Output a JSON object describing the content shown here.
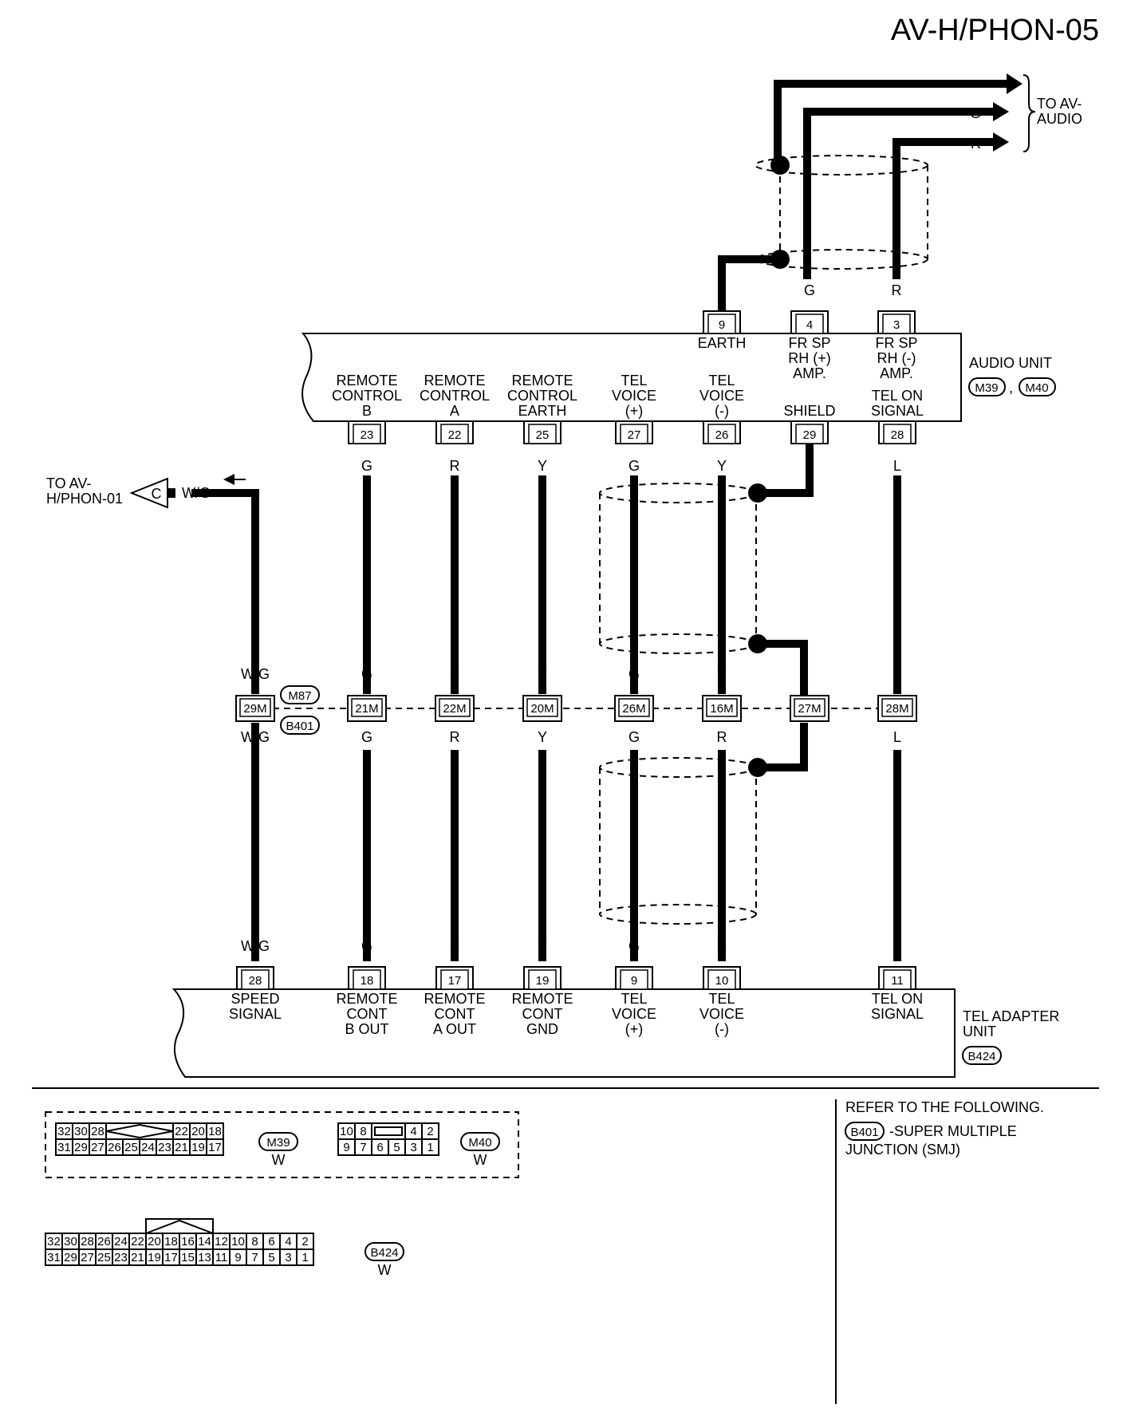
{
  "page_title": "AV-H/PHON-05",
  "to_av_audio": "TO AV-\nAUDIO",
  "to_av_phon01": "TO AV-\nH/PHON-01",
  "connector_c": "C",
  "audio_unit": {
    "label": "AUDIO UNIT",
    "connectors": [
      "M39",
      "M40"
    ],
    "top_pins": [
      {
        "pin": "9",
        "name": "EARTH",
        "color": ""
      },
      {
        "pin": "4",
        "name": "FR SP\nRH (+)\nAMP.",
        "color": "G"
      },
      {
        "pin": "3",
        "name": "FR SP\nRH (-)\nAMP.",
        "color": "R"
      }
    ],
    "bottom_pins": [
      {
        "pin": "23",
        "name": "REMOTE\nCONTROL\nB",
        "color": "G"
      },
      {
        "pin": "22",
        "name": "REMOTE\nCONTROL\nA",
        "color": "R"
      },
      {
        "pin": "25",
        "name": "REMOTE\nCONTROL\nEARTH",
        "color": "Y"
      },
      {
        "pin": "27",
        "name": "TEL\nVOICE\n(+)",
        "color": "G"
      },
      {
        "pin": "26",
        "name": "TEL\nVOICE\n(-)",
        "color": "Y"
      },
      {
        "pin": "29",
        "name": "SHIELD",
        "color": ""
      },
      {
        "pin": "28",
        "name": "TEL ON\nSIGNAL",
        "color": "L"
      }
    ]
  },
  "junction": {
    "connectors": [
      "M87",
      "B401"
    ],
    "pins": [
      {
        "pin": "29M",
        "upper": "W/G",
        "lower": "W/G"
      },
      {
        "pin": "21M",
        "upper": "G",
        "lower": "G"
      },
      {
        "pin": "22M",
        "upper": "R",
        "lower": "R"
      },
      {
        "pin": "20M",
        "upper": "Y",
        "lower": "Y"
      },
      {
        "pin": "26M",
        "upper": "G",
        "lower": "G"
      },
      {
        "pin": "16M",
        "upper": "Y",
        "lower": "R"
      },
      {
        "pin": "27M",
        "upper": "",
        "lower": ""
      },
      {
        "pin": "28M",
        "upper": "L",
        "lower": "L"
      }
    ]
  },
  "wg_wire_color": "W/G",
  "tel_adapter": {
    "label": "TEL ADAPTER\nUNIT",
    "connector": "B424",
    "pins": [
      {
        "pin": "28",
        "name": "SPEED\nSIGNAL",
        "color": "W/G"
      },
      {
        "pin": "18",
        "name": "REMOTE\nCONT\nB OUT",
        "color": "G"
      },
      {
        "pin": "17",
        "name": "REMOTE\nCONT\nA OUT",
        "color": "R"
      },
      {
        "pin": "19",
        "name": "REMOTE\nCONT\nGND",
        "color": "Y"
      },
      {
        "pin": "9",
        "name": "TEL\nVOICE\n(+)",
        "color": "G"
      },
      {
        "pin": "10",
        "name": "TEL\nVOICE\n(-)",
        "color": "R"
      },
      {
        "pin": "11",
        "name": "TEL ON\nSIGNAL",
        "color": "L"
      }
    ]
  },
  "audio_top_colors": {
    "g": "G",
    "r": "R"
  },
  "connector_views": {
    "m39": {
      "id": "M39",
      "color": "W",
      "row1": [
        "32",
        "30",
        "28",
        "",
        "",
        "",
        "22",
        "20",
        "18"
      ],
      "row2": [
        "31",
        "29",
        "27",
        "26",
        "25",
        "24",
        "23",
        "21",
        "19",
        "17"
      ]
    },
    "m40": {
      "id": "M40",
      "color": "W",
      "row1": [
        "10",
        "8",
        "",
        "4",
        "2"
      ],
      "row2": [
        "9",
        "7",
        "6",
        "5",
        "3",
        "1"
      ]
    },
    "b424": {
      "id": "B424",
      "color": "W",
      "row1": [
        "32",
        "30",
        "28",
        "26",
        "24",
        "22",
        "20",
        "18",
        "16",
        "14",
        "12",
        "10",
        "8",
        "6",
        "4",
        "2"
      ],
      "row2": [
        "31",
        "29",
        "27",
        "25",
        "23",
        "21",
        "19",
        "17",
        "15",
        "13",
        "11",
        "9",
        "7",
        "5",
        "3",
        "1"
      ]
    }
  },
  "refer": {
    "heading": "REFER TO THE FOLLOWING.",
    "connector": "B401",
    "text": "-SUPER MULTIPLE\nJUNCTION (SMJ)"
  }
}
